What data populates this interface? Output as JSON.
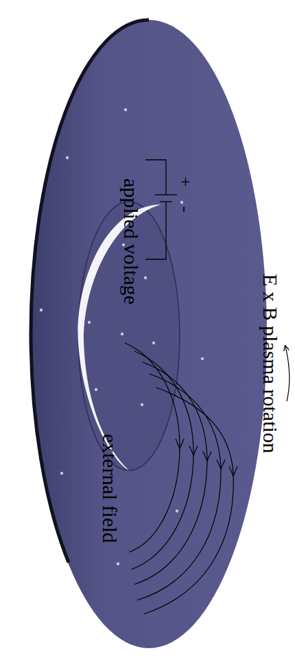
{
  "diagram": {
    "labels": [
      "E x B plasma rotation",
      "applied voltage",
      "+",
      "-",
      "external field"
    ]
  }
}
